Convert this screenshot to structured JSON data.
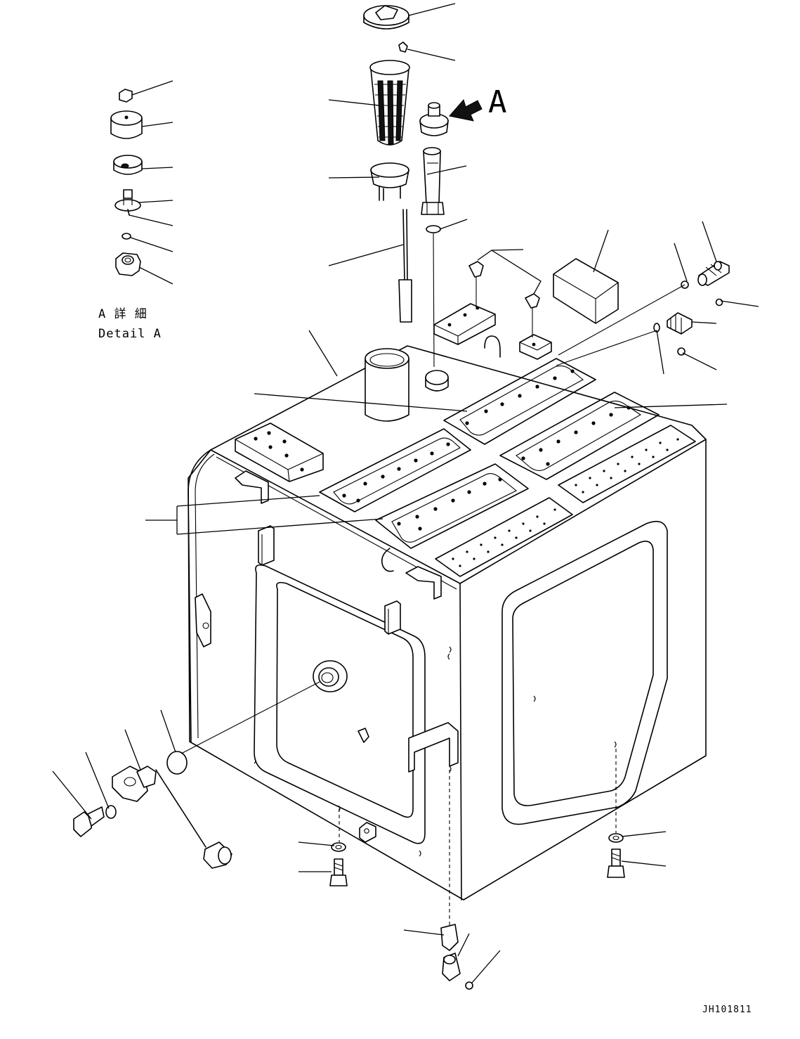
{
  "diagram": {
    "view_marker": "A",
    "detail_caption_jp": "A 詳 細",
    "detail_caption_en": "Detail A",
    "drawing_number": "JH101811",
    "colors": {
      "line": "#000000",
      "background": "#ffffff"
    }
  }
}
